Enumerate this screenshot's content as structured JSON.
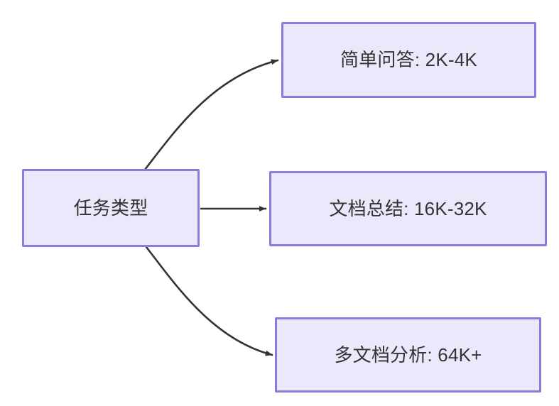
{
  "diagram": {
    "type": "flowchart",
    "direction": "left-to-right",
    "background_color": "#ffffff",
    "node_fill_color": "#eae8fb",
    "node_border_color": "#8d7ade",
    "node_text_color": "#333333",
    "edge_color": "#333333",
    "nodes": [
      {
        "id": "root",
        "label": "任务类型",
        "role": "source"
      },
      {
        "id": "simple_qa",
        "label": "简单问答: 2K-4K",
        "role": "target"
      },
      {
        "id": "doc_summary",
        "label": "文档总结: 16K-32K",
        "role": "target"
      },
      {
        "id": "multi_doc",
        "label": "多文档分析: 64K+",
        "role": "target"
      }
    ],
    "edges": [
      {
        "id": "edge-root-simple-qa",
        "from": "root",
        "to": "simple_qa",
        "label": "",
        "style": "curved-arrow"
      },
      {
        "id": "edge-root-doc-summary",
        "from": "root",
        "to": "doc_summary",
        "label": "",
        "style": "straight-arrow"
      },
      {
        "id": "edge-root-multi-doc",
        "from": "root",
        "to": "multi_doc",
        "label": "",
        "style": "curved-arrow"
      }
    ]
  }
}
